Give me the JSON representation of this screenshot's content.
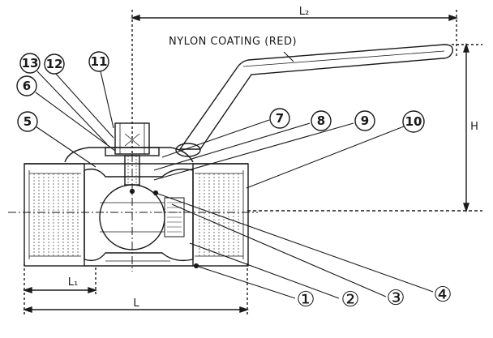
{
  "dimensions": {
    "L2": "L₂",
    "H": "H",
    "L1": "L₁",
    "L": "L"
  },
  "note": "NYLON COATING (RED)",
  "callouts": [
    {
      "id": "1",
      "label": "①"
    },
    {
      "id": "2",
      "label": "②"
    },
    {
      "id": "3",
      "label": "③"
    },
    {
      "id": "4",
      "label": "④"
    },
    {
      "id": "5",
      "label": "5"
    },
    {
      "id": "6",
      "label": "6"
    },
    {
      "id": "7",
      "label": "7"
    },
    {
      "id": "8",
      "label": "8"
    },
    {
      "id": "9",
      "label": "9"
    },
    {
      "id": "10",
      "label": "10"
    },
    {
      "id": "11",
      "label": "11"
    },
    {
      "id": "12",
      "label": "12"
    },
    {
      "id": "13",
      "label": "13"
    }
  ]
}
